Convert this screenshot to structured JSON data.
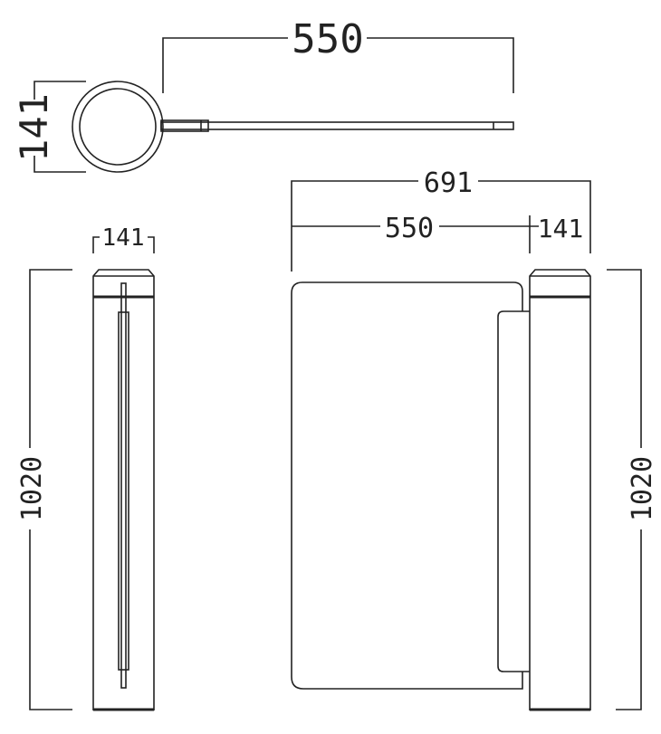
{
  "drawing": {
    "top_view": {
      "arm_length": "550",
      "post_diameter": "141"
    },
    "side_view": {
      "post_width": "141",
      "height": "1020"
    },
    "front_view": {
      "overall_width": "691",
      "arm_length": "550",
      "post_width": "141",
      "height": "1020"
    }
  }
}
